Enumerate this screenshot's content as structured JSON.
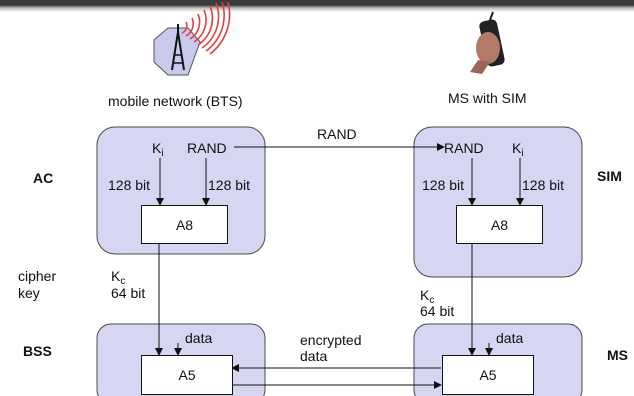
{
  "captions": {
    "network": "mobile network (BTS)",
    "ms_sim": "MS with SIM"
  },
  "sides": {
    "ac": "AC",
    "sim": "SIM",
    "bss": "BSS",
    "ms": "MS"
  },
  "ac": {
    "ki_main": "K",
    "ki_sub": "i",
    "rand": "RAND",
    "bits_left": "128 bit",
    "bits_right": "128 bit",
    "algo": "A8"
  },
  "sim": {
    "rand": "RAND",
    "ki_main": "K",
    "ki_sub": "i",
    "bits_left": "128 bit",
    "bits_right": "128 bit",
    "algo": "A8"
  },
  "rand_link": "RAND",
  "cipher_key": {
    "line1": "cipher",
    "line2": "key"
  },
  "kc_left": {
    "main": "K",
    "sub": "c",
    "bits": "64 bit"
  },
  "kc_right": {
    "main": "K",
    "sub": "c",
    "bits": "64 bit"
  },
  "bss": {
    "data": "data",
    "algo": "A5"
  },
  "ms": {
    "data": "data",
    "algo": "A5"
  },
  "encrypted": {
    "line1": "encrypted",
    "line2": "data"
  },
  "colors": {
    "panel_fill": "#d6d6f2",
    "panel_stroke": "#4a4a4a",
    "wave": "#e04040",
    "tower_fill": "#c9c9ee",
    "line": "#111111"
  }
}
